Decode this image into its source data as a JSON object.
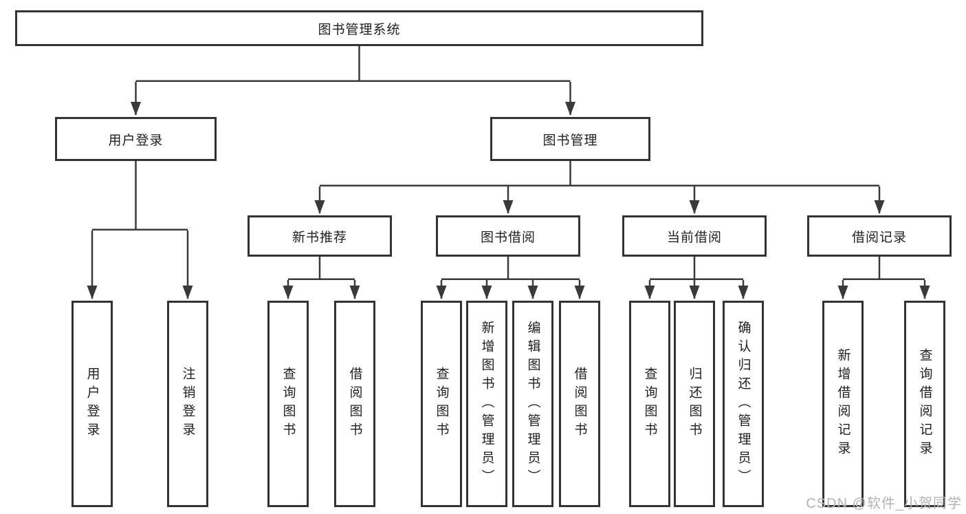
{
  "diagram": {
    "title": "图书管理系统",
    "level2": [
      {
        "label": "用户登录"
      },
      {
        "label": "图书管理"
      }
    ],
    "level3": [
      {
        "label": "新书推荐"
      },
      {
        "label": "图书借阅"
      },
      {
        "label": "当前借阅"
      },
      {
        "label": "借阅记录"
      }
    ],
    "leaves": [
      {
        "label": "用户登录"
      },
      {
        "label": "注销登录"
      },
      {
        "label": "查询图书"
      },
      {
        "label": "借阅图书"
      },
      {
        "label": "查询图书"
      },
      {
        "label": "新增图书（管理员）"
      },
      {
        "label": "编辑图书（管理员）"
      },
      {
        "label": "借阅图书"
      },
      {
        "label": "查询图书"
      },
      {
        "label": "归还图书"
      },
      {
        "label": "确认归还（管理员）"
      },
      {
        "label": "新增借阅记录"
      },
      {
        "label": "查询借阅记录"
      }
    ]
  },
  "watermark": "CSDN @软件_小贺同学",
  "colors": {
    "line": "#3a3a3a",
    "box_border": "#333333",
    "text": "#1f1f1f",
    "watermark": "#b3b3b3",
    "background": "#ffffff"
  }
}
